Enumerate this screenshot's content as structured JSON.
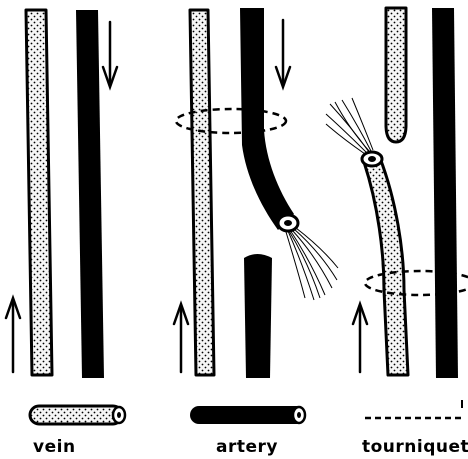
{
  "legend": {
    "vein": "vein",
    "artery": "artery",
    "tourniquet": "tourniquet"
  },
  "colors": {
    "ink": "#000000",
    "vein_fill": "#f6f6f6",
    "background": "#ffffff"
  }
}
